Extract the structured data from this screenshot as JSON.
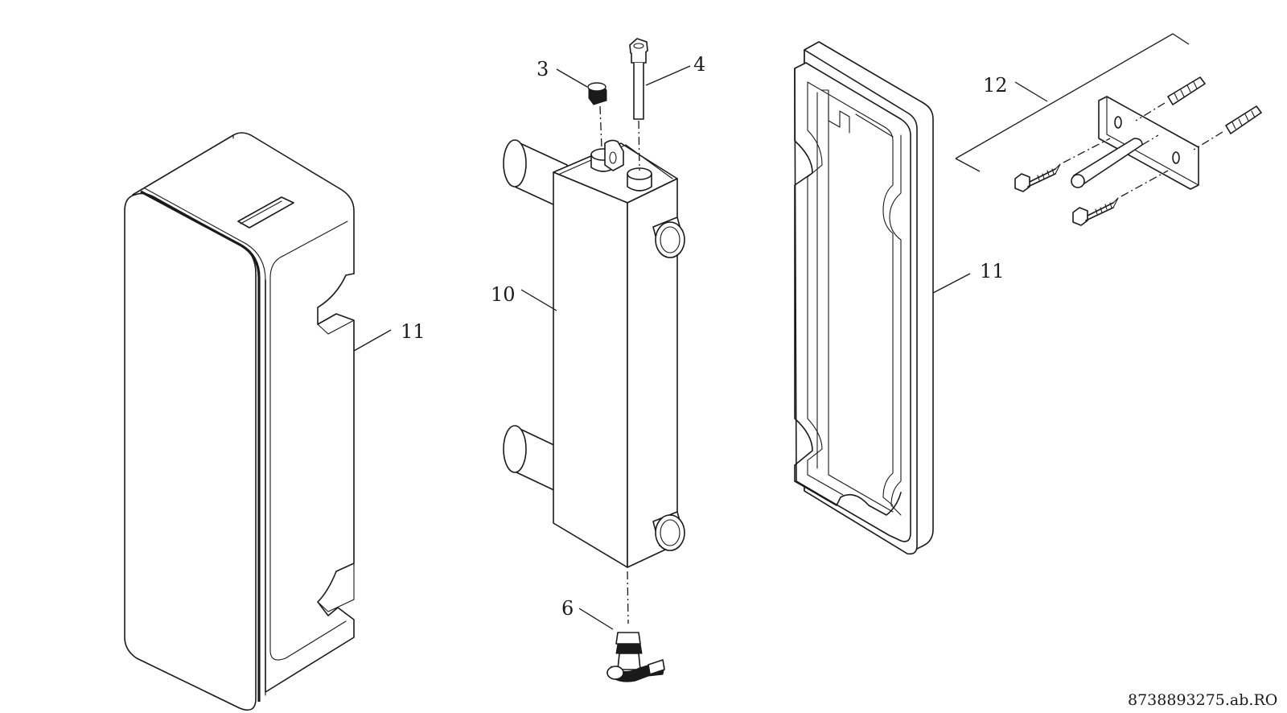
{
  "labels": {
    "l3": "3",
    "l4": "4",
    "l6": "6",
    "l10": "10",
    "l11_left": "11",
    "l11_right": "11",
    "l12": "12"
  },
  "document_code": "8738893275.ab.RO"
}
